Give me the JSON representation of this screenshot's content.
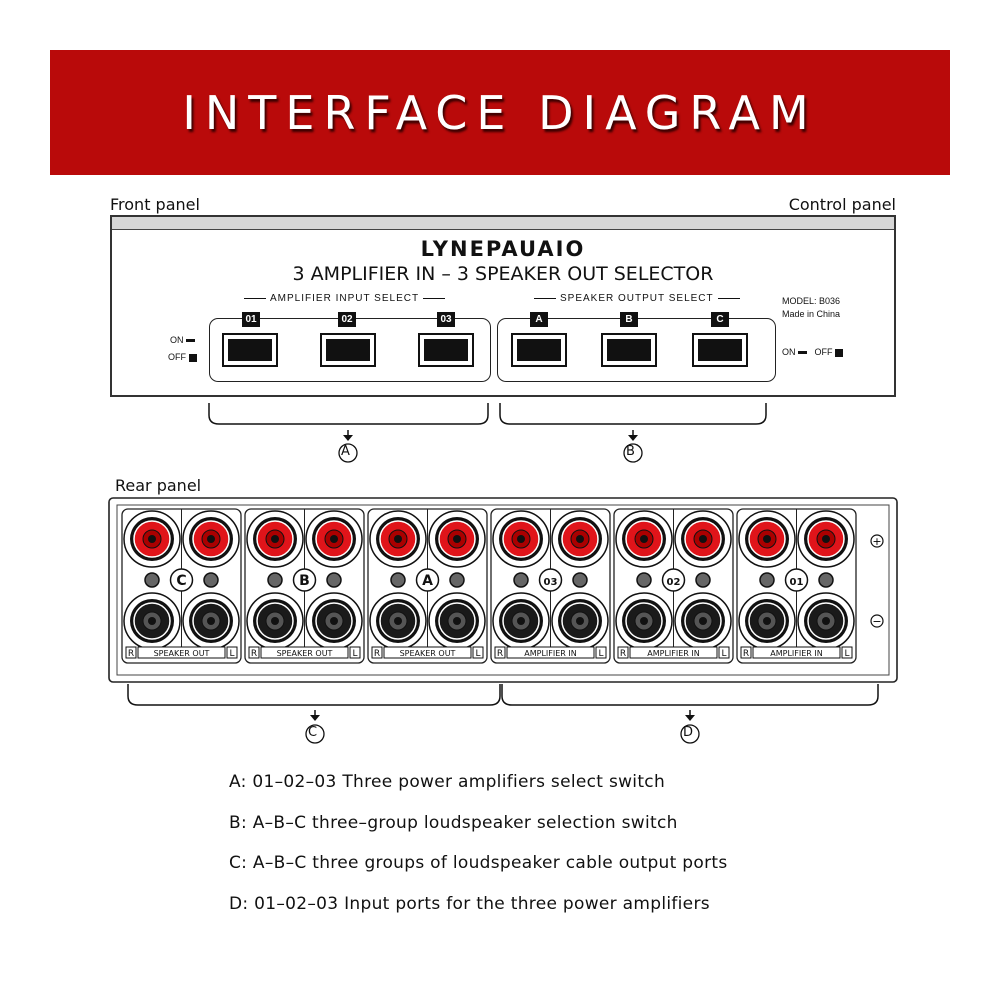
{
  "banner": {
    "title": "INTERFACE DIAGRAM"
  },
  "front": {
    "panel_label": "Front panel",
    "control_label": "Control panel",
    "brand": "LYNEPAUAIO",
    "subtitle": "3 AMPLIFIER IN – 3 SPEAKER OUT SELECTOR",
    "amp_group": "AMPLIFIER INPUT SELECT",
    "spk_group": "SPEAKER OUTPUT SELECT",
    "amp_switches": [
      "01",
      "02",
      "03"
    ],
    "spk_switches": [
      "A",
      "B",
      "C"
    ],
    "on_label": "ON",
    "off_label": "OFF",
    "model": "MODEL: B036",
    "made_in": "Made in China"
  },
  "rear": {
    "panel_label": "Rear panel",
    "groups": [
      {
        "id": "C",
        "label": "SPEAKER OUT"
      },
      {
        "id": "B",
        "label": "SPEAKER OUT"
      },
      {
        "id": "A",
        "label": "SPEAKER OUT"
      },
      {
        "id": "03",
        "label": "AMPLIFIER IN"
      },
      {
        "id": "02",
        "label": "AMPLIFIER IN"
      },
      {
        "id": "01",
        "label": "AMPLIFIER IN"
      }
    ],
    "r": "R",
    "l": "L",
    "plus": "+",
    "minus": "−"
  },
  "callouts": [
    "A",
    "B",
    "C",
    "D"
  ],
  "legend": [
    "A: 01–02–03 Three power amplifiers select switch",
    "B: A–B–C three–group loudspeaker selection switch",
    "C: A–B–C three groups of loudspeaker cable output ports",
    "D: 01–02–03 Input ports for the three power amplifiers"
  ],
  "colors": {
    "banner": "#b90a0a",
    "terminal_red": "#e0141a",
    "terminal_black": "#1a1a1a"
  }
}
